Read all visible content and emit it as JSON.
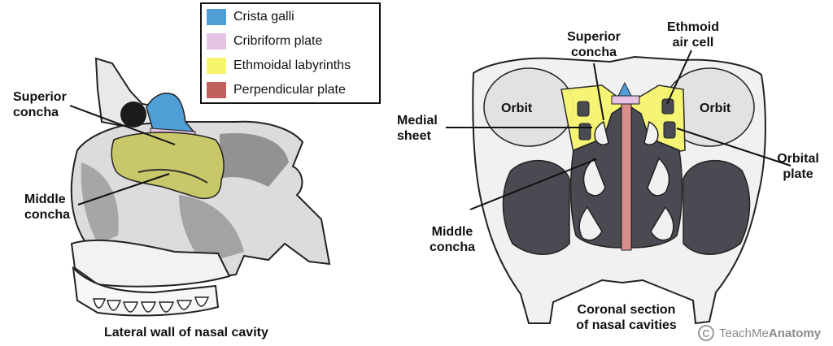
{
  "legend": [
    {
      "label": "Crista galli",
      "color": "#4f9fd6"
    },
    {
      "label": "Cribriform plate",
      "color": "#e6c3e3"
    },
    {
      "label": "Ethmoidal labyrinths",
      "color": "#f7f56e"
    },
    {
      "label": "Perpendicular plate",
      "color": "#c0605c"
    }
  ],
  "left_figure": {
    "superior_concha": "Superior\nconcha",
    "middle_concha": "Middle\nconcha",
    "caption": "Lateral wall of nasal cavity"
  },
  "right_figure": {
    "superior_concha": "Superior\nconcha",
    "ethmoid_air_cell": "Ethmoid\nair cell",
    "medial_sheet": "Medial\nsheet",
    "orbit_left": "Orbit",
    "orbit_right": "Orbit",
    "orbital_plate": "Orbital\nplate",
    "middle_concha": "Middle\nconcha",
    "caption": "Coronal section\nof nasal cavities"
  },
  "watermark": {
    "prefix": "TeachMe",
    "suffix": "Anatomy",
    "symbol": "C"
  },
  "colors": {
    "bone": "#f1f1f1",
    "cavity": "#4a4a52",
    "outline": "#222222",
    "olive": "#c8c76a"
  }
}
